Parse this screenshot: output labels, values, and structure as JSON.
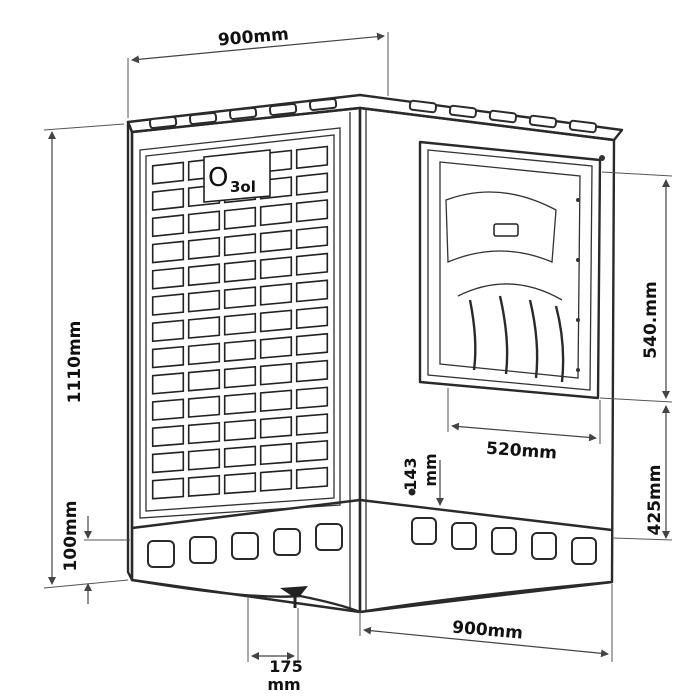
{
  "diagram": {
    "dimensions": {
      "top_width": "900mm",
      "bottom_width": "900mm",
      "total_height": "1110mm",
      "base_height": "100mm",
      "outlet_height": "540.mm",
      "outlet_width": "520mm",
      "outlet_bottom_offset": "425mm",
      "side_offset_value": "143",
      "side_offset_unit": "mm",
      "drain_value": "175",
      "drain_unit": "mm"
    },
    "panel_text": {
      "logo_mark": "O",
      "logo_text": "3ol"
    }
  }
}
